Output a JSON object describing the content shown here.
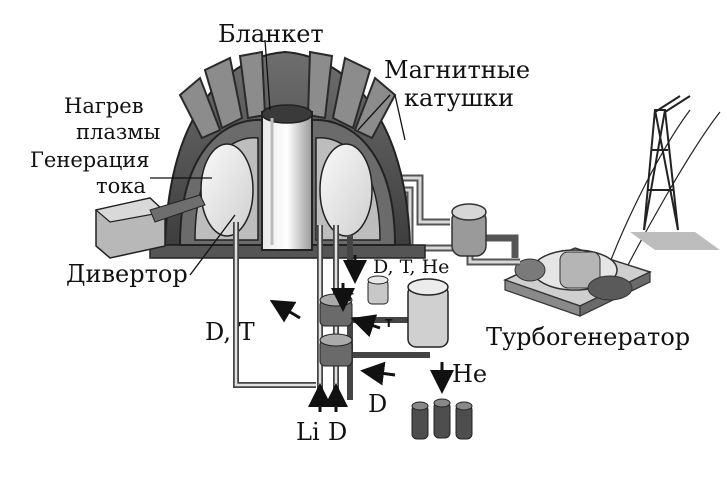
{
  "labels": {
    "blanket": "Бланкет",
    "magnets_line1": "Магнитные",
    "magnets_line2": "катушки",
    "heating_line1": "Нагрев",
    "heating_line2": "плазмы",
    "current_line1": "Генерация",
    "current_line2": "тока",
    "divertor": "Дивертор",
    "turbogenerator": "Турбогенератор",
    "dt_left": "D, T",
    "dthe": "D, T, He",
    "he": "He",
    "d_bottom": "D",
    "t_small_1": "T",
    "t_small_2": "T",
    "li": "Li",
    "d_input": "D"
  }
}
